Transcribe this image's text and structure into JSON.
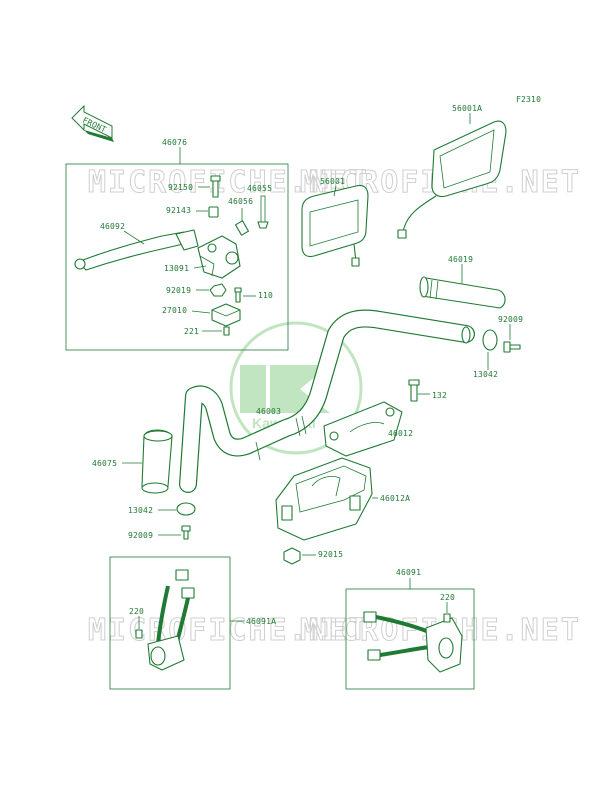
{
  "figure_code": "F2310",
  "front_label": "FRONT",
  "watermark_text": "MICROFICHE.NET",
  "logo_text": "Kawasaki",
  "colors": {
    "ink": "#1f7a33",
    "watermark": "#cfcfcf",
    "logo": "#8fcf8f"
  },
  "parts": {
    "p46076": "46076",
    "p92150": "92150",
    "p46055": "46055",
    "p92143": "92143",
    "p46056": "46056",
    "p46092": "46092",
    "p13091": "13091",
    "p92019": "92019",
    "p110": "110",
    "p27010": "27010",
    "p221": "221",
    "p56001A": "56001A",
    "p56001": "56001",
    "p46019": "46019",
    "p92009a": "92009",
    "p13042a": "13042",
    "p132": "132",
    "p46003": "46003",
    "p46012": "46012",
    "p46075": "46075",
    "p13042b": "13042",
    "p46012A": "46012A",
    "p92009b": "92009",
    "p92015": "92015",
    "p46091": "46091",
    "p220a": "220",
    "p46091A": "46091A",
    "p220b": "220"
  }
}
